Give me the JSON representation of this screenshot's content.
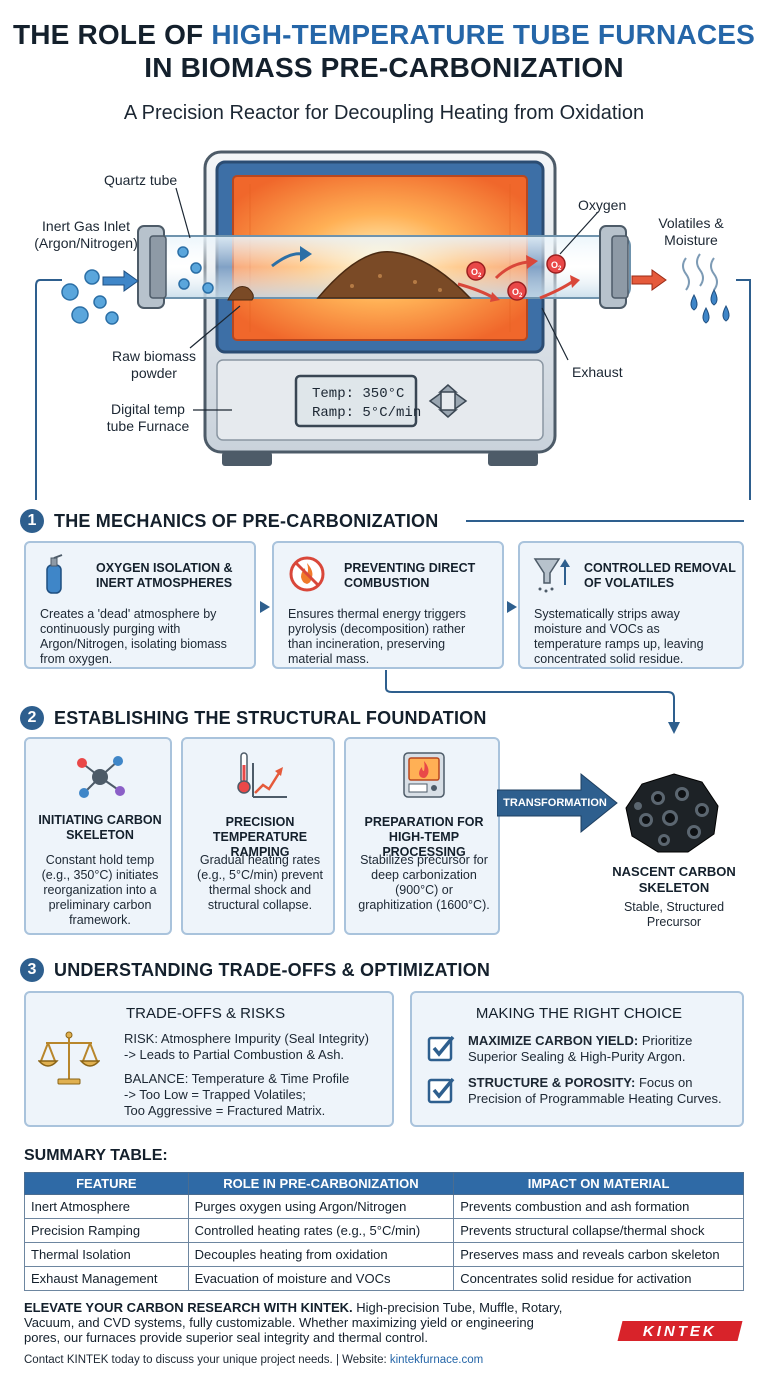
{
  "header": {
    "title_part1": "THE ROLE OF",
    "title_highlight": "HIGH-TEMPERATURE TUBE FURNACES",
    "title_line2": "IN BIOMASS PRE-CARBONIZATION",
    "subtitle": "A Precision Reactor for Decoupling Heating from Oxidation"
  },
  "hero": {
    "quartz_tube": "Quartz tube",
    "inert_inlet_line1": "Inert Gas Inlet",
    "inert_inlet_line2": "(Argon/Nitrogen)",
    "oxygen": "Oxygen",
    "volatiles_line1": "Volatiles &",
    "volatiles_line2": "Moisture",
    "raw_biomass_line1": "Raw biomass",
    "raw_biomass_line2": "powder",
    "exhaust": "Exhaust",
    "digital_line1": "Digital temp",
    "digital_line2": "tube Furnace",
    "display_temp": "Temp: 350°C",
    "display_ramp": "Ramp: 5°C/min",
    "o2_label": "O",
    "o2_sub": "2"
  },
  "section1": {
    "number": "1",
    "title": "THE MECHANICS OF PRE-CARBONIZATION",
    "cards": [
      {
        "title_line1": "OXYGEN ISOLATION &",
        "title_line2": "INERT ATMOSPHERES",
        "desc_line1": "Creates a 'dead' atmosphere by",
        "desc_line2": "continuously purging with",
        "desc_line3": "Argon/Nitrogen, isolating biomass",
        "desc_line4": "from oxygen."
      },
      {
        "title_line1": "PREVENTING DIRECT",
        "title_line2": "COMBUSTION",
        "desc_line1": "Ensures thermal energy triggers",
        "desc_line2": "pyrolysis (decomposition) rather",
        "desc_line3": "than incineration, preserving",
        "desc_line4": "material mass."
      },
      {
        "title_line1": "CONTROLLED REMOVAL",
        "title_line2": "OF VOLATILES",
        "desc_line1": "Systematically strips away",
        "desc_line2": "moisture and VOCs as",
        "desc_line3": "temperature ramps up, leaving",
        "desc_line4": "concentrated solid residue."
      }
    ]
  },
  "section2": {
    "number": "2",
    "title": "ESTABLISHING THE STRUCTURAL FOUNDATION",
    "cards": [
      {
        "title_line1": "INITIATING CARBON",
        "title_line2": "SKELETON",
        "desc_line1": "Constant hold temp",
        "desc_line2": "(e.g., 350°C) initiates",
        "desc_line3": "reorganization into a",
        "desc_line4": "preliminary carbon",
        "desc_line5": "framework."
      },
      {
        "title_line1": "PRECISION",
        "title_line2": "TEMPERATURE RAMPING",
        "desc_line1": "Gradual heating rates",
        "desc_line2": "(e.g., 5°C/min) prevent",
        "desc_line3": "thermal shock and",
        "desc_line4": "structural collapse."
      },
      {
        "title_line1": "PREPARATION FOR",
        "title_line2": "HIGH-TEMP PROCESSING",
        "desc_line1": "Stabilizes precursor for",
        "desc_line2": "deep carbonization",
        "desc_line3": "(900°C) or",
        "desc_line4": "graphitization (1600°C)."
      }
    ],
    "transformation": "TRANSFORMATION",
    "nascent_line1": "NASCENT CARBON",
    "nascent_line2": "SKELETON",
    "nascent_sub1": "Stable, Structured",
    "nascent_sub2": "Precursor"
  },
  "section3": {
    "number": "3",
    "title": "UNDERSTANDING TRADE-OFFS & OPTIMIZATION",
    "left": {
      "title": "TRADE-OFFS & RISKS",
      "line1": "RISK: Atmosphere Impurity (Seal Integrity)",
      "line2": "-> Leads to Partial Combustion & Ash.",
      "line3": "BALANCE: Temperature & Time Profile",
      "line4": "-> Too Low = Trapped Volatiles;",
      "line5": "Too Aggressive = Fractured Matrix."
    },
    "right": {
      "title": "MAKING THE RIGHT CHOICE",
      "item1_bold": "MAXIMIZE CARBON YIELD:",
      "item1_rest": "Prioritize",
      "item1_line2": "Superior Sealing & High-Purity Argon.",
      "item2_bold": "STRUCTURE & POROSITY:",
      "item2_rest": "Focus on",
      "item2_line2": "Precision of Programmable Heating Curves."
    }
  },
  "summary": {
    "title": "SUMMARY TABLE:",
    "headers": [
      "FEATURE",
      "ROLE IN PRE-CARBONIZATION",
      "IMPACT ON MATERIAL"
    ],
    "rows": [
      [
        "Inert Atmosphere",
        "Purges oxygen using Argon/Nitrogen",
        "Prevents combustion and ash formation"
      ],
      [
        "Precision Ramping",
        "Controlled heating rates (e.g., 5°C/min)",
        "Prevents structural collapse/thermal shock"
      ],
      [
        "Thermal Isolation",
        "Decouples heating from oxidation",
        "Preserves mass and reveals carbon skeleton"
      ],
      [
        "Exhaust Management",
        "Evacuation of moisture and VOCs",
        "Concentrates solid residue for activation"
      ]
    ]
  },
  "footer": {
    "bold": "ELEVATE YOUR CARBON RESEARCH WITH KINTEK.",
    "line1_rest": "High-precision Tube, Muffle, Rotary,",
    "line2": "Vacuum, and CVD systems, fully customizable. Whether maximizing yield or engineering",
    "line3": "pores, our furnaces provide superior seal integrity and thermal control.",
    "contact": "Contact KINTEK today to discuss your unique project needs.  |  Website:",
    "website": "kintekfurnace.com",
    "logo": "KINTEK"
  }
}
